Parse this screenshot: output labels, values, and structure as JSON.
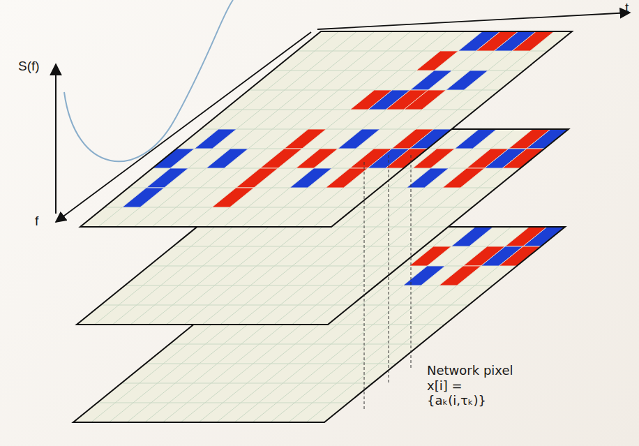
{
  "diagram": {
    "labels": [
      "t",
      "S(f)",
      "f",
      "Network pixel x[i] ={aₖ(i,τₖ)}"
    ]
  }
}
